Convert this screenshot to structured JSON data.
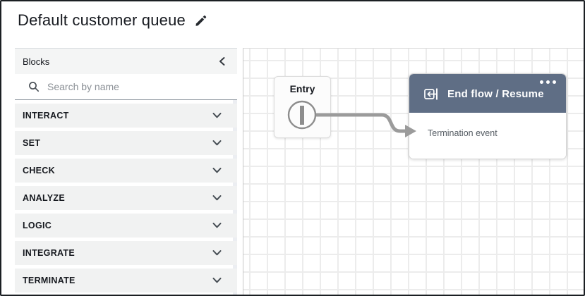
{
  "page": {
    "title": "Default customer queue"
  },
  "sidebar": {
    "header": "Blocks",
    "search_placeholder": "Search by name",
    "categories": [
      "INTERACT",
      "SET",
      "CHECK",
      "ANALYZE",
      "LOGIC",
      "INTEGRATE",
      "TERMINATE"
    ]
  },
  "canvas": {
    "entry_label": "Entry",
    "end_block": {
      "title": "End flow / Resume",
      "event": "Termination event"
    }
  },
  "icons": {
    "title_edit": "pencil",
    "sidebar_collapse": "chevron-left",
    "search": "magnifier",
    "category_expand": "chevron-down",
    "block_type": "end-flow-resume",
    "block_menu": "ellipsis",
    "entry_port": "circle-with-bar"
  },
  "colors": {
    "block_header": "#5f6e85",
    "connector": "#9b9b9b",
    "grid_line": "#ececec",
    "category_row_bg": "#f1f2f2",
    "blocks_header_bg": "#f4f5f5",
    "search_border": "#8d969e",
    "scroll_track": "#eceef2"
  }
}
